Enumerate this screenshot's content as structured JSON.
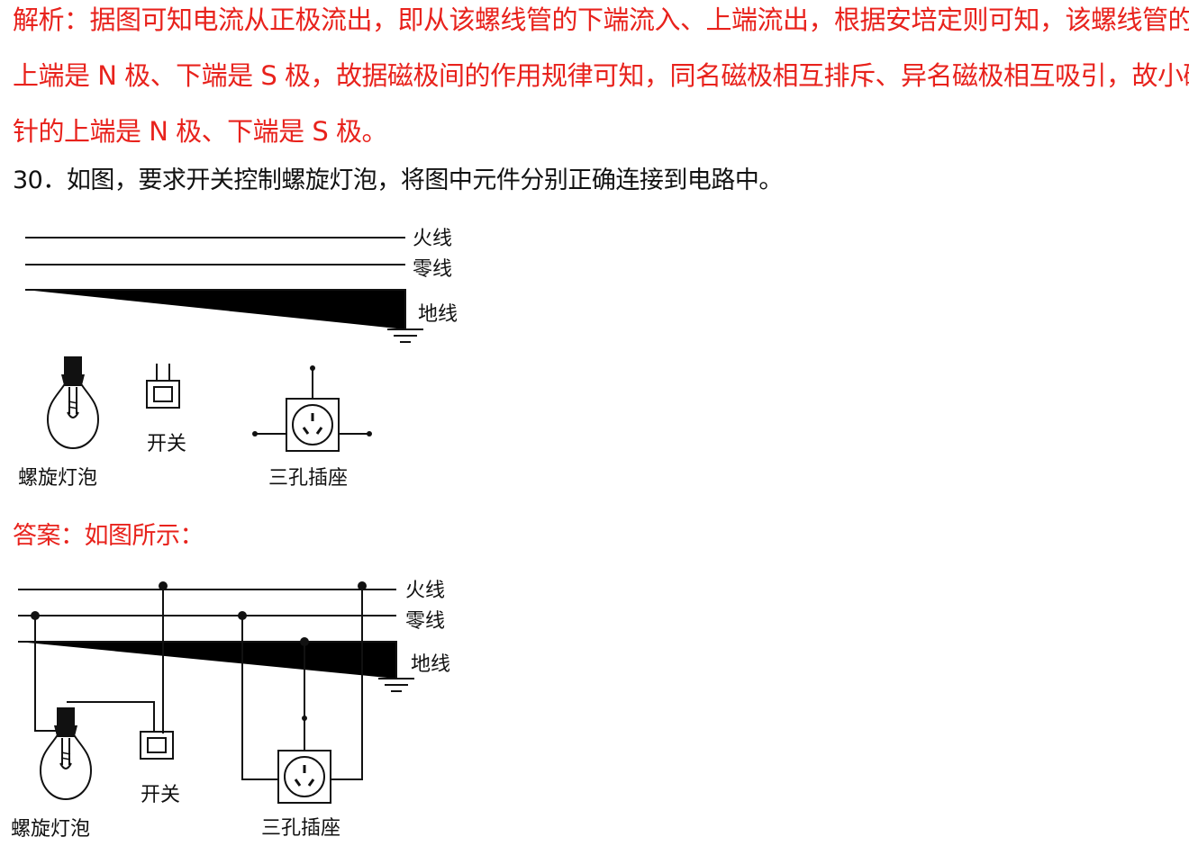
{
  "analysis": {
    "line1": "解析：据图可知电流从正极流出，即从该螺线管的下端流入、上端流出，根据安培定则可知，该螺线管的",
    "line2": "上端是 N 极、下端是 S 极，故据磁极间的作用规律可知，同名磁极相互排斥、异名磁极相互吸引，故小磁",
    "line3": "针的上端是 N 极、下端是 S 极。"
  },
  "question": {
    "text": "30．如图，要求开关控制螺旋灯泡，将图中元件分别正确连接到电路中。"
  },
  "answer": {
    "text": "答案：如图所示："
  },
  "labels": {
    "live": "火线",
    "neutral": "零线",
    "ground": "地线",
    "bulb": "螺旋灯泡",
    "switch": "开关",
    "socket": "三孔插座"
  },
  "colors": {
    "analysis_text": "#e8221c",
    "body_text": "#111111"
  }
}
